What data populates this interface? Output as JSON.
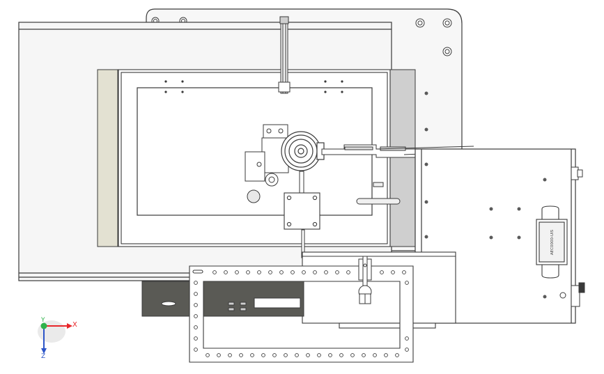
{
  "triad": {
    "x_label": "X",
    "y_label": "Y",
    "z_label": "Z",
    "x_color": "#e8262a",
    "y_color": "#2fb34a",
    "z_color": "#2c55c8"
  },
  "label_plate": {
    "text": "AEC0000-UIS"
  },
  "colors": {
    "background": "#ffffff",
    "outline": "#3a3a3a",
    "panel_fill": "#f4f4f4",
    "plate_fill": "#ffffff",
    "guide_strip": "#e3e1d2",
    "shadow_strip": "#cfcfcf",
    "dark_bar": "#5a5a55"
  }
}
